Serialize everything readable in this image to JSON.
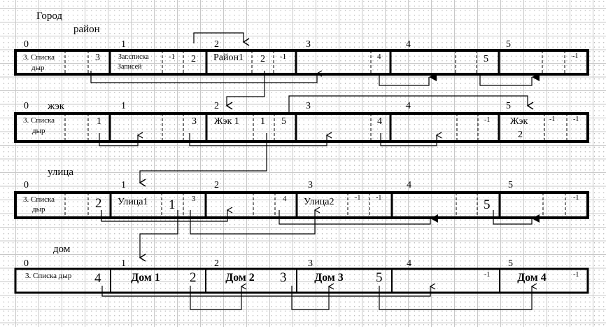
{
  "labels": {
    "city": "Город",
    "district": "район",
    "zhek": "жэк",
    "street": "улица",
    "house": "дом"
  },
  "indices": [
    "0",
    "1",
    "2",
    "3",
    "4",
    "5"
  ],
  "free_list_label": [
    "3. Списка",
    "дыр"
  ],
  "free_list_label_single": "3. Списка дыр",
  "row_district": {
    "free_head": "3",
    "header_text": [
      "Заг.списка",
      "Записей"
    ],
    "header_prev": "-1",
    "header_next": "2",
    "cell2_name": "Район1",
    "cell2_next": "2",
    "cell2_prev": "-1",
    "cell3_next": "4",
    "cell4_next": "5",
    "cell5_next": "-1"
  },
  "row_zhek": {
    "free_head": "1",
    "cell1_next": "3",
    "cell2_name": "Жэк 1",
    "cell2_child": "1",
    "cell2_next": "5",
    "cell3_next": "4",
    "cell4_next": "-1",
    "cell5_name": [
      "Жэк",
      "2"
    ],
    "cell5_child": "-1",
    "cell5_next": "-1"
  },
  "row_street": {
    "free_head": "2",
    "cell1_name": "Улица1",
    "cell1_child": "1",
    "cell1_next": "3",
    "cell2_next": "4",
    "cell3_name": "Улица2",
    "cell3_child": "-1",
    "cell3_next": "-1",
    "cell4_next": "5",
    "cell5_next": "-1"
  },
  "row_house": {
    "free_head": "4",
    "cell1_name": "Дом 1",
    "cell1_next": "2",
    "cell2_name": "Дом 2",
    "cell2_next": "3",
    "cell3_name": "Дом 3",
    "cell3_next": "5",
    "cell4_next": "-1",
    "cell5_name": "Дом 4",
    "cell5_next": "-1"
  }
}
